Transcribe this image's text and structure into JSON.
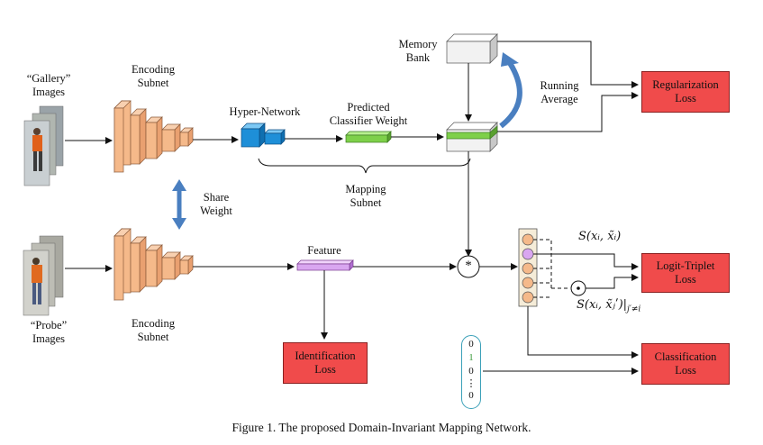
{
  "labels": {
    "gallery_images": "“Gallery”\nImages",
    "probe_images": "“Probe”\nImages",
    "encoding_subnet_top": "Encoding\nSubnet",
    "encoding_subnet_bottom": "Encoding\nSubnet",
    "share_weight": "Share\nWeight",
    "hyper_network": "Hyper-Network",
    "predicted_classifier_weight": "Predicted\nClassifier Weight",
    "mapping_subnet": "Mapping\nSubnet",
    "memory_bank": "Memory\nBank",
    "running_average": "Running\nAverage",
    "feature": "Feature",
    "multiply_symbol": "*",
    "dot_symbol": "•"
  },
  "losses": {
    "regularization": "Regularization\nLoss",
    "logit_triplet": "Logit-Triplet\nLoss",
    "classification": "Classification\nLoss",
    "identification": "Identification\nLoss"
  },
  "math": {
    "s_positive": "S(xᵢ, x̃ᵢ)",
    "s_negative": "S(xᵢ, x̃ⱼʹ)|",
    "s_negative_sub": "j′≠i"
  },
  "one_hot": [
    "0",
    "1",
    "0",
    "⋮",
    "0"
  ],
  "one_hot_highlight_index": 1,
  "caption": "Figure 1. The proposed Domain-Invariant Mapping Network.",
  "colors": {
    "encoder": "#f5b98a",
    "hyper_network": "#1e8fd8",
    "classifier_weight": "#7ed04a",
    "feature": "#d9a6f0",
    "memory_bank": "#f2f2f2",
    "loss_box": "#f04b4b",
    "arrow_blue": "#4a7fc0",
    "one_hot_highlight": "#3a9a3a"
  }
}
